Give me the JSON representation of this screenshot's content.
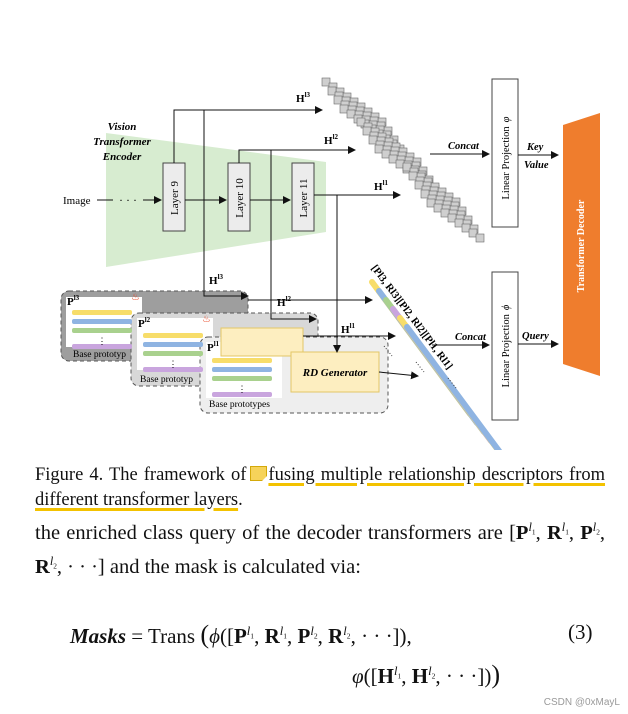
{
  "figure": {
    "encoder_label_lines": [
      "Vision",
      "Transformer",
      "Encoder"
    ],
    "image_label": "Image",
    "dots": "· · ·",
    "layers": [
      "Layer 9",
      "Layer 10",
      "Layer 11"
    ],
    "h_labels": {
      "l3": "l3",
      "l2": "l2",
      "l1": "l1",
      "H": "H"
    },
    "concat_label": "Concat",
    "linear_proj_top": "Linear Projection",
    "phi_top": "φ",
    "linear_proj_bottom": "Linear Projection",
    "phi_bottom": "ϕ",
    "key_label": "Key",
    "value_label": "Value",
    "query_label": "Query",
    "decoder_label": "Transformer Decoder",
    "base_prototypes": "Base prototypes",
    "base_prototyp_cut": "Base prototyp",
    "p_labels": {
      "P": "P",
      "l3": "l3",
      "l2": "l2",
      "l1": "l1"
    },
    "rd_generator": "RD Generator",
    "seq_label": "[P",
    "seq_label_full": "[Pl3, Rl3][Pl2, Rl2][Pl1, Rl1]",
    "colors": {
      "encoder_bg": "#d7ecd0",
      "decoder": "#ef7d2d",
      "stripe_yellow": "#f7dd6a",
      "stripe_blue": "#8fb4e2",
      "stripe_green": "#a9d18e",
      "stripe_purple": "#c9a5de",
      "rd_box": "#fdeec0",
      "card_dark": "#a0a0a0",
      "card_light": "#dcdcdc",
      "fire": "#e8421f"
    }
  },
  "caption": {
    "prefix": "Figure 4.  The framework of ",
    "highlighted": "fusing multiple relationship descrip­tors from different transformer layers",
    "suffix": "."
  },
  "body": {
    "text_a": "the enriched class query of the decoder transformers are",
    "text_b": "and the mask is calculated via:"
  },
  "equation": {
    "lhs": "Masks",
    "eq": " = Trans",
    "number": "(3)"
  },
  "watermark": "CSDN @0xMayL"
}
